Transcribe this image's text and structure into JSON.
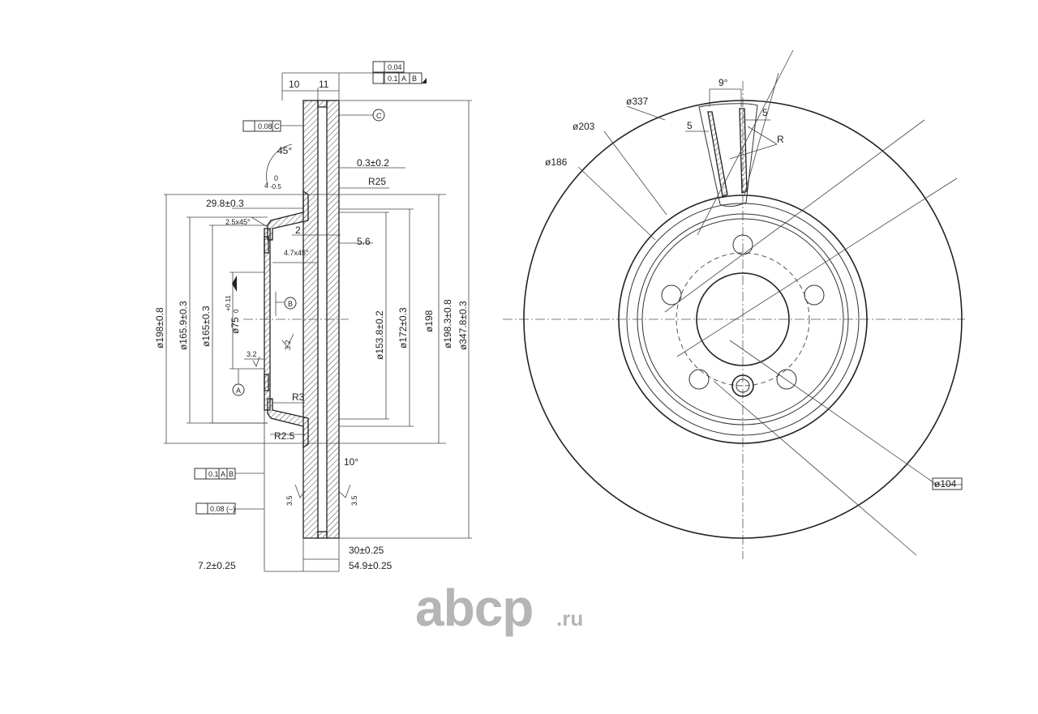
{
  "section_view": {
    "top_widths": [
      "10",
      "11"
    ],
    "flatness_top": "0.04",
    "runout_top": "0.1",
    "runout_top_refs": [
      "A",
      "B"
    ],
    "parallelism": "0.08",
    "parallelism_ref": "C",
    "datum_c": "C",
    "chamfer_angle": "45°",
    "chamfer_top": "0",
    "chamfer_side": "4",
    "chamfer_tol": "-0.5",
    "d_0_3": "0.3±0.2",
    "r25": "R25",
    "d_29_8": "29.8±0.3",
    "chamfer_25": "2.5x45°",
    "d_2": "2",
    "d_5_6": "5.6",
    "chamfer_47": "4.7x45°",
    "datum_b": "B",
    "datum_a": "A",
    "rough_32a": "3.2",
    "rough_32b": "3.2",
    "r3": "R3",
    "r25b": "R2.5",
    "angle_10": "10°",
    "runout_bottom": "0.1",
    "runout_bottom_refs": [
      "A",
      "B"
    ],
    "flatness_bottom": "0.08 (–)",
    "rough_35a": "3.5",
    "rough_35b": "3.5",
    "d_30": "30±0.25",
    "d_7_2": "7.2±0.25",
    "d_54_9": "54.9±0.25",
    "dia_198_08": "ø198±0.8",
    "dia_165_9": "ø165.9±0.3",
    "dia_165": "ø165±0.3",
    "dia_75": "ø75",
    "dia_75_tol_up": "+0.11",
    "dia_75_tol_lo": "0",
    "dia_153_8": "ø153.8±0.2",
    "dia_172": "ø172±0.3",
    "dia_198": "ø198",
    "dia_198_3": "ø198.3±0.8",
    "dia_347_8": "ø347.8±0.3"
  },
  "front_view": {
    "angle_9": "9°",
    "vent_5a": "5",
    "vent_5b": "5",
    "r_label": "R",
    "dia_337": "ø337",
    "dia_203": "ø203",
    "dia_186": "ø186",
    "dia_104": "ø104"
  },
  "watermark": {
    "brand": "abcp",
    "tld": ".ru"
  }
}
